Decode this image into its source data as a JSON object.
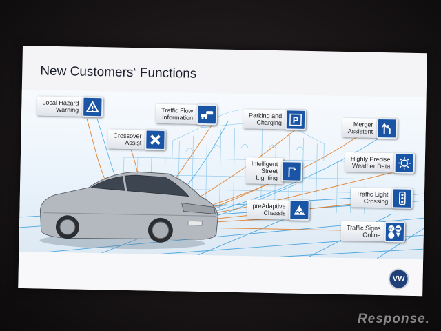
{
  "slide": {
    "title": "New Customers‘ Functions",
    "logo_text": "VW"
  },
  "callouts": [
    {
      "label": "Local Hazard\nWarning",
      "icon": "hazard-warning-icon"
    },
    {
      "label": "Traffic Flow\nInformation",
      "icon": "traffic-cars-icon"
    },
    {
      "label": "Parking and\nCharging",
      "icon": "parking-icon"
    },
    {
      "label": "Merger\nAssistent",
      "icon": "merge-arrows-icon"
    },
    {
      "label": "Crossover\nAssist",
      "icon": "cross-icon"
    },
    {
      "label": "Highly Precise\nWeather Data",
      "icon": "sun-icon"
    },
    {
      "label": "Intelligent\nStreet\nLighting",
      "icon": "street-lamp-icon"
    },
    {
      "label": "Traffic Light\nCrossing",
      "icon": "traffic-light-icon"
    },
    {
      "label": "preAdaptive\nChassis",
      "icon": "bumpy-road-icon"
    },
    {
      "label": "Traffic Signs\nOnline",
      "icon": "traffic-signs-icon"
    }
  ],
  "watermark": {
    "text": "Response.",
    "accent": "R"
  },
  "colors": {
    "icon_blue": "#1a55a5",
    "slide_bg": "#f4f4f6",
    "line_orange": "#e0781e",
    "line_blue": "#3aa3e0"
  }
}
